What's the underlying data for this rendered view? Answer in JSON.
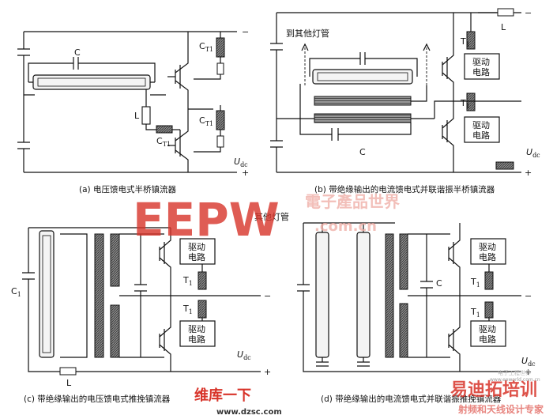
{
  "captions": {
    "a": "(a) 电压馈电式半桥镇流器",
    "b": "(b) 带绝缘输出的电流馈电式并联谐振半桥镇流器",
    "c": "(c) 带绝缘输出的电压馈电式推挽镇流器",
    "d": "(d) 带绝缘输出的电流馈电式并联谐振推挽镇流器"
  },
  "labels": {
    "other_lamps_b": "到其他灯管",
    "other_lamps_d": "其他灯管",
    "drive_circuit": "驱动电路",
    "drive_line1": "驱动",
    "drive_line2": "电路",
    "C": "C",
    "C1": "C",
    "C1_sub": "1",
    "L": "L",
    "T": "T",
    "T_sub": "1",
    "CT": "C",
    "CT_sub": "T1",
    "Udc": "U",
    "Udc_sub": "dc",
    "minus": "−",
    "plus": "+"
  },
  "watermarks": {
    "eepw": "EEPW",
    "eepw_cn": "電子產品世界",
    "eepw_url": ".com.cn",
    "site_cn": "维库一下",
    "site_url": "www.dzsc.com",
    "brand_cn": "易迪拓培训",
    "brand_sub": "射频和天线设计专家",
    "small_url": "www.eeworld.com.cn",
    "small_cn": "电子工程世界"
  },
  "colors": {
    "ink": "#111111",
    "watermark_red": "#d8342a",
    "watermark_red_light": "#f0b0a8",
    "core_fill": "#6a6a6a",
    "lamp_fill": "#f4f4f4"
  }
}
